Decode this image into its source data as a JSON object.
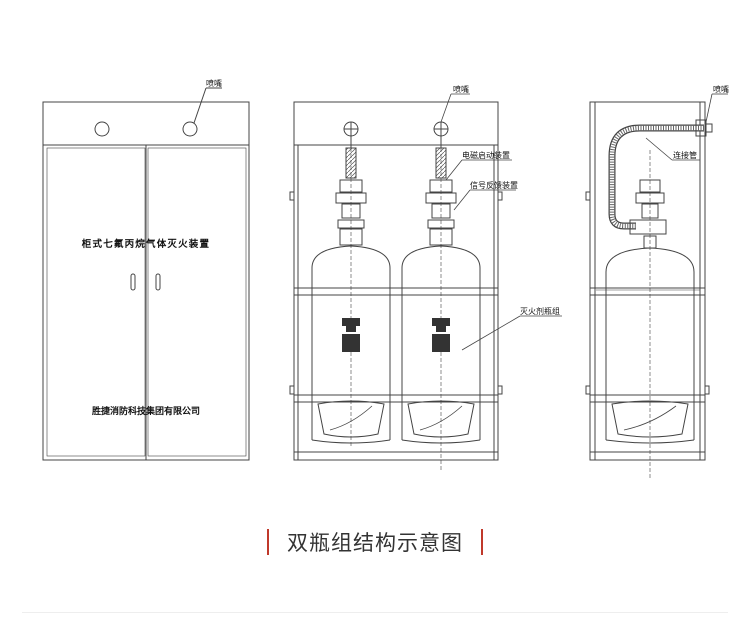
{
  "front_view": {
    "cabinet_text": "柜式七氟丙烷气体灭火装置",
    "company": "胜捷消防科技集团有限公司",
    "nozzle_label": "喷嘴"
  },
  "side_view": {
    "nozzle_label": "喷嘴",
    "solenoid_label": "电磁启动装置",
    "signal_label": "信号反馈装置",
    "cylinder_label": "灭火剂瓶组"
  },
  "right_view": {
    "nozzle_label": "喷嘴",
    "pipe_label": "连接管"
  },
  "caption": "双瓶组结构示意图",
  "colors": {
    "line": "#444444",
    "accent": "#c0392b",
    "caption": "#333333"
  }
}
